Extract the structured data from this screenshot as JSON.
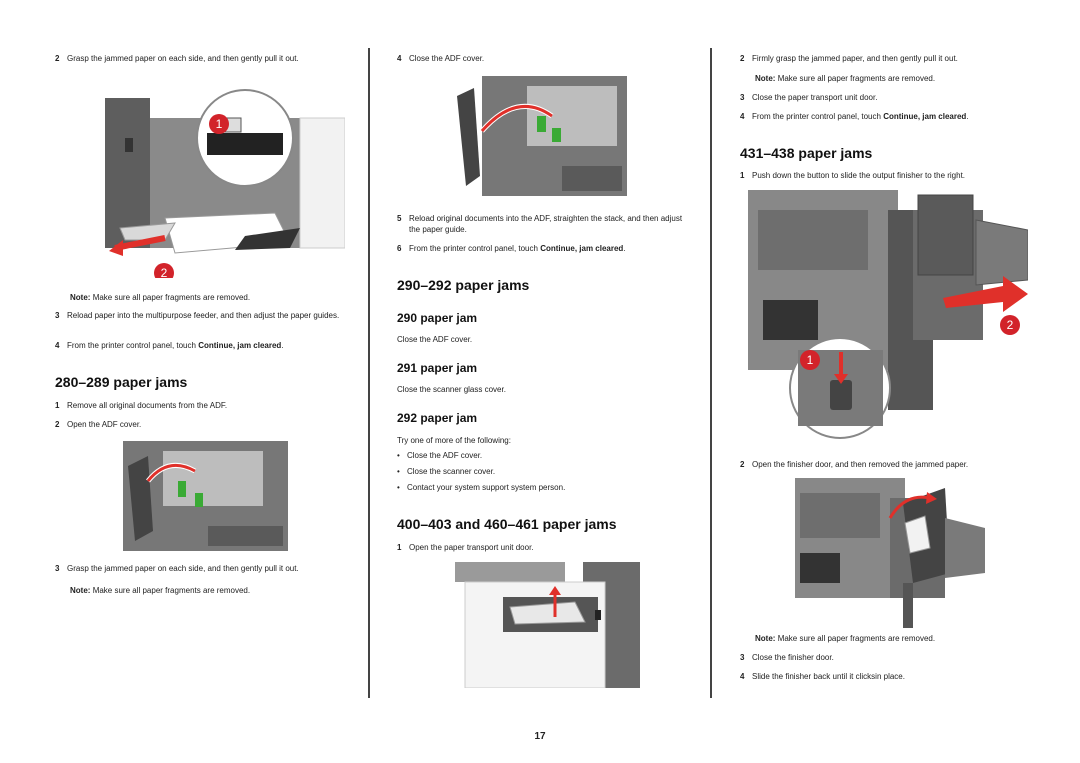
{
  "page_number": "17",
  "col1": {
    "step2": {
      "num": "2",
      "text": "Grasp the jammed paper on each side, and then gently pull it out."
    },
    "fig1_callouts": [
      "1",
      "2"
    ],
    "note1": {
      "label": "Note:",
      "text": "Make sure all paper fragments are removed."
    },
    "step3": {
      "num": "3",
      "text": "Reload paper into the multipurpose feeder, and then adjust the paper guides."
    },
    "step4": {
      "num": "4",
      "pre": "From the printer control panel, touch ",
      "bold": "Continue, jam cleared",
      "post": "."
    },
    "heading": "280–289 paper jams",
    "s1": {
      "num": "1",
      "text": "Remove all original documents from the ADF."
    },
    "s2": {
      "num": "2",
      "text": "Open the ADF cover."
    },
    "s3": {
      "num": "3",
      "text": "Grasp the jammed paper on each side, and then gently pull it out."
    },
    "note2": {
      "label": "Note:",
      "text": "Make sure all paper fragments are removed."
    }
  },
  "col2": {
    "step4": {
      "num": "4",
      "text": "Close the ADF cover."
    },
    "step5": {
      "num": "5",
      "text": "Reload original documents into the ADF, straighten the stack, and then adjust the paper guide."
    },
    "step6": {
      "num": "6",
      "pre": "From the printer control panel, touch ",
      "bold": "Continue, jam cleared",
      "post": "."
    },
    "heading1": "290–292 paper jams",
    "sub290": "290 paper jam",
    "p290": "Close the ADF cover.",
    "sub291": "291 paper jam",
    "p291": "Close the scanner glass cover.",
    "sub292": "292 paper jam",
    "p292": "Try one of more of the following:",
    "bullets": [
      "Close the ADF cover.",
      "Close the scanner cover.",
      "Contact your system support system person."
    ],
    "heading2": "400–403 and 460–461 paper jams",
    "s1": {
      "num": "1",
      "text": "Open the paper transport unit door."
    }
  },
  "col3": {
    "step2": {
      "num": "2",
      "text": "Firmly grasp the jammed paper, and then gently pull it out."
    },
    "note1": {
      "label": "Note:",
      "text": "Make sure all paper fragments are removed."
    },
    "step3": {
      "num": "3",
      "text": "Close the paper transport unit door."
    },
    "step4": {
      "num": "4",
      "pre": "From the printer control panel, touch ",
      "bold": "Continue, jam cleared",
      "post": "."
    },
    "heading": "431–438 paper jams",
    "s1": {
      "num": "1",
      "text": "Push down the button to slide the output finisher to the right."
    },
    "fig_callouts": [
      "1",
      "2"
    ],
    "s2": {
      "num": "2",
      "text": "Open the finisher door, and then removed the jammed paper."
    },
    "note2": {
      "label": "Note:",
      "text": "Make sure all paper fragments are removed."
    },
    "s3": {
      "num": "3",
      "text": "Close the finisher door."
    },
    "s4": {
      "num": "4",
      "text": "Slide the finisher back until it clicksin place."
    }
  },
  "colors": {
    "callout_red": "#d2232a",
    "arrow_red": "#e0302a",
    "green": "#3aaa35",
    "printer_gray": "#6b6b6b"
  }
}
